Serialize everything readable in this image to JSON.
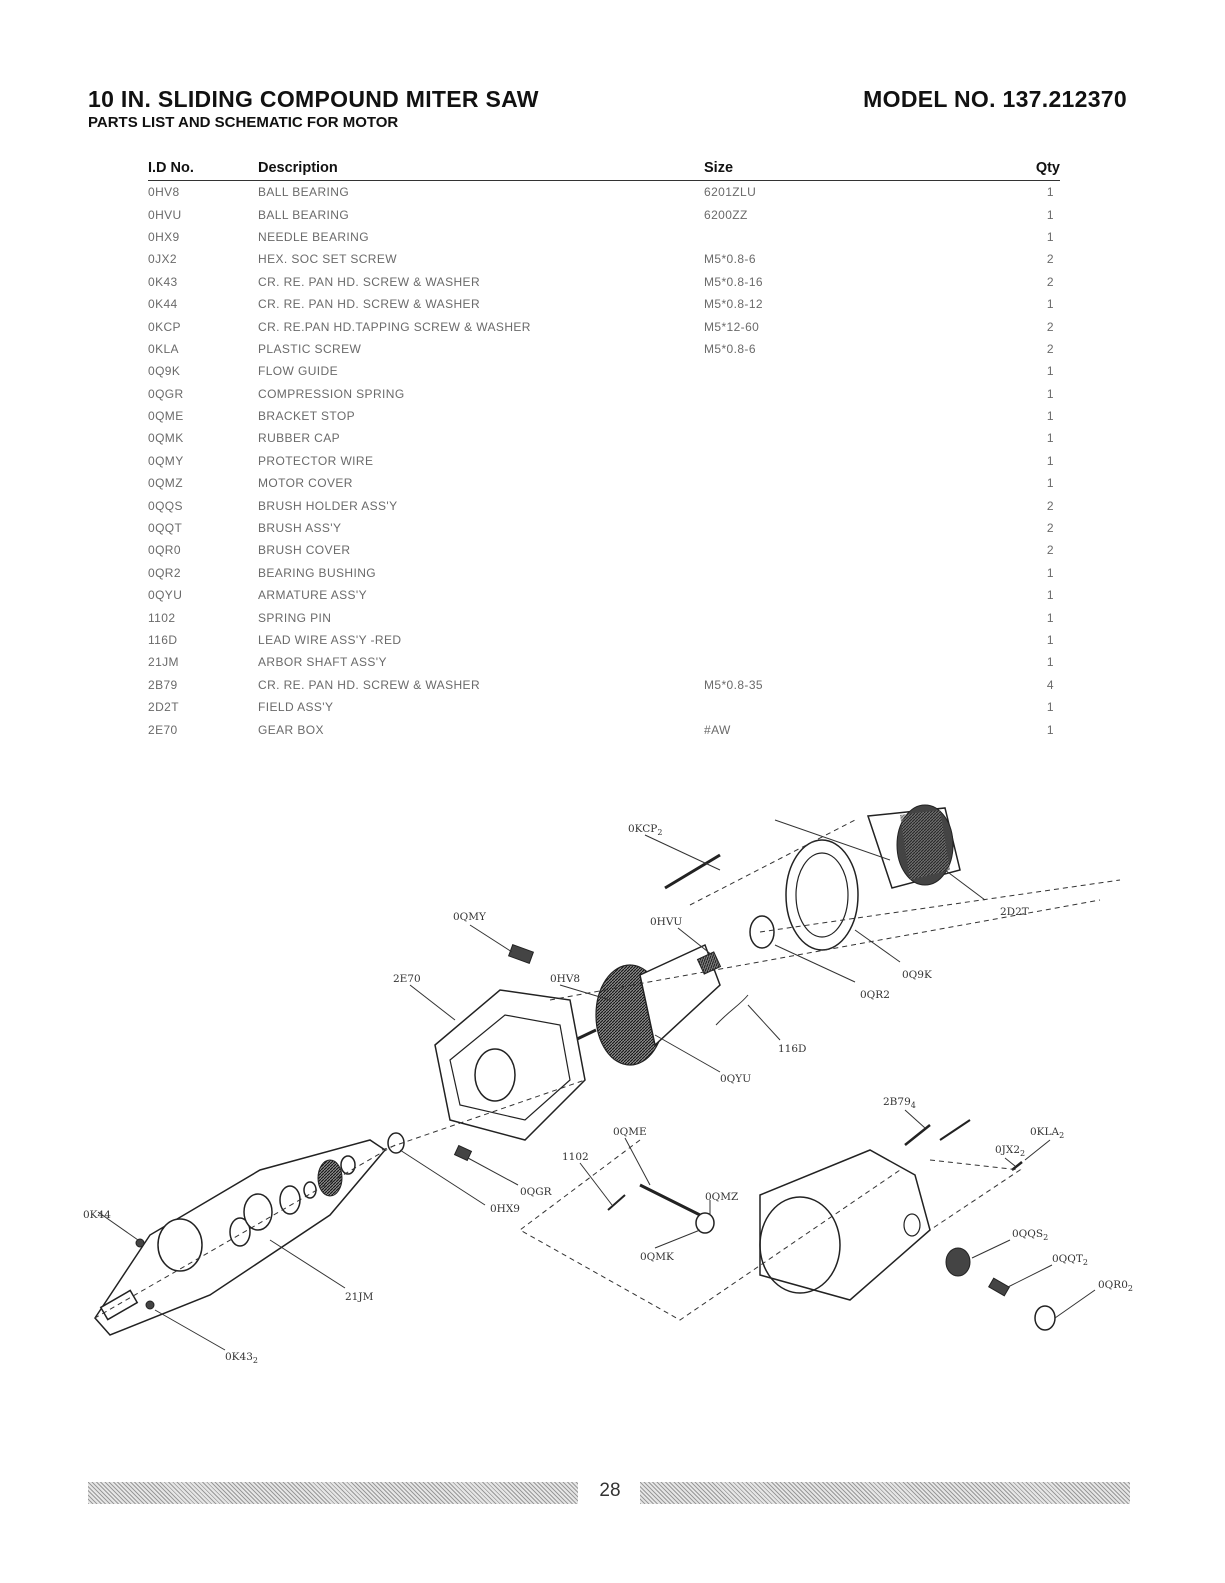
{
  "header": {
    "title": "10 IN. SLIDING COMPOUND MITER SAW",
    "model": "MODEL NO. 137.212370",
    "subtitle": "PARTS LIST AND SCHEMATIC FOR MOTOR"
  },
  "table": {
    "columns": [
      "I.D No.",
      "Description",
      "Size",
      "Qty"
    ],
    "rows": [
      {
        "id": "0HV8",
        "desc": "BALL BEARING",
        "size": "6201ZLU",
        "qty": "1"
      },
      {
        "id": "0HVU",
        "desc": "BALL BEARING",
        "size": "6200ZZ",
        "qty": "1"
      },
      {
        "id": "0HX9",
        "desc": "NEEDLE BEARING",
        "size": "",
        "qty": "1"
      },
      {
        "id": "0JX2",
        "desc": "HEX. SOC SET SCREW",
        "size": "M5*0.8-6",
        "qty": "2"
      },
      {
        "id": "0K43",
        "desc": "CR. RE. PAN HD. SCREW & WASHER",
        "size": "M5*0.8-16",
        "qty": "2"
      },
      {
        "id": "0K44",
        "desc": "CR. RE. PAN HD. SCREW & WASHER",
        "size": "M5*0.8-12",
        "qty": "1"
      },
      {
        "id": "0KCP",
        "desc": "CR. RE.PAN HD.TAPPING SCREW & WASHER",
        "size": "M5*12-60",
        "qty": "2"
      },
      {
        "id": "0KLA",
        "desc": "PLASTIC SCREW",
        "size": "M5*0.8-6",
        "qty": "2"
      },
      {
        "id": "0Q9K",
        "desc": "FLOW GUIDE",
        "size": "",
        "qty": "1"
      },
      {
        "id": "0QGR",
        "desc": "COMPRESSION SPRING",
        "size": "",
        "qty": "1"
      },
      {
        "id": "0QME",
        "desc": "BRACKET STOP",
        "size": "",
        "qty": "1"
      },
      {
        "id": "0QMK",
        "desc": "RUBBER CAP",
        "size": "",
        "qty": "1"
      },
      {
        "id": "0QMY",
        "desc": "PROTECTOR WIRE",
        "size": "",
        "qty": "1"
      },
      {
        "id": "0QMZ",
        "desc": "MOTOR COVER",
        "size": "",
        "qty": "1"
      },
      {
        "id": "0QQS",
        "desc": "BRUSH HOLDER ASS'Y",
        "size": "",
        "qty": "2"
      },
      {
        "id": "0QQT",
        "desc": "BRUSH ASS'Y",
        "size": "",
        "qty": "2"
      },
      {
        "id": "0QR0",
        "desc": "BRUSH COVER",
        "size": "",
        "qty": "2"
      },
      {
        "id": "0QR2",
        "desc": "BEARING BUSHING",
        "size": "",
        "qty": "1"
      },
      {
        "id": "0QYU",
        "desc": "ARMATURE ASS'Y",
        "size": "",
        "qty": "1"
      },
      {
        "id": "1102",
        "desc": "SPRING PIN",
        "size": "",
        "qty": "1"
      },
      {
        "id": "116D",
        "desc": "LEAD WIRE ASS'Y -RED",
        "size": "",
        "qty": "1"
      },
      {
        "id": "21JM",
        "desc": "ARBOR SHAFT ASS'Y",
        "size": "",
        "qty": "1"
      },
      {
        "id": "2B79",
        "desc": "CR. RE. PAN HD. SCREW & WASHER",
        "size": "M5*0.8-35",
        "qty": "4"
      },
      {
        "id": "2D2T",
        "desc": "FIELD ASS'Y",
        "size": "",
        "qty": "1"
      },
      {
        "id": "2E70",
        "desc": "GEAR BOX",
        "size": "#AW",
        "qty": "1"
      }
    ]
  },
  "callouts": [
    {
      "key": "c0KCP",
      "label": "0KCP",
      "sub": "2"
    },
    {
      "key": "c2D2T",
      "label": "2D2T",
      "sub": ""
    },
    {
      "key": "c0QMY",
      "label": "0QMY",
      "sub": ""
    },
    {
      "key": "c0HVU",
      "label": "0HVU",
      "sub": ""
    },
    {
      "key": "c0Q9K",
      "label": "0Q9K",
      "sub": ""
    },
    {
      "key": "c2E70",
      "label": "2E70",
      "sub": ""
    },
    {
      "key": "c0HV8",
      "label": "0HV8",
      "sub": ""
    },
    {
      "key": "c0QR2",
      "label": "0QR2",
      "sub": ""
    },
    {
      "key": "c116D",
      "label": "116D",
      "sub": ""
    },
    {
      "key": "c0QYU",
      "label": "0QYU",
      "sub": ""
    },
    {
      "key": "c2B79",
      "label": "2B79",
      "sub": "4"
    },
    {
      "key": "c0KLA",
      "label": "0KLA",
      "sub": "2"
    },
    {
      "key": "c0JX2",
      "label": "0JX2",
      "sub": "2"
    },
    {
      "key": "c0QME",
      "label": "0QME",
      "sub": ""
    },
    {
      "key": "c1102",
      "label": "1102",
      "sub": ""
    },
    {
      "key": "c0QGR",
      "label": "0QGR",
      "sub": ""
    },
    {
      "key": "c0HX9",
      "label": "0HX9",
      "sub": ""
    },
    {
      "key": "c0QMZ",
      "label": "0QMZ",
      "sub": ""
    },
    {
      "key": "c0QQS",
      "label": "0QQS",
      "sub": "2"
    },
    {
      "key": "c0QQT",
      "label": "0QQT",
      "sub": "2"
    },
    {
      "key": "c0QR0",
      "label": "0QR0",
      "sub": "2"
    },
    {
      "key": "c0QMK",
      "label": "0QMK",
      "sub": ""
    },
    {
      "key": "c0K44",
      "label": "0K44",
      "sub": ""
    },
    {
      "key": "c21JM",
      "label": "21JM",
      "sub": ""
    },
    {
      "key": "c0K43",
      "label": "0K43",
      "sub": "2"
    }
  ],
  "footer": {
    "page_number": "28"
  }
}
